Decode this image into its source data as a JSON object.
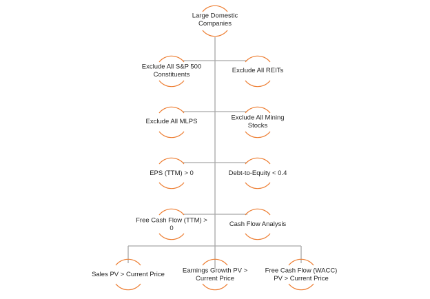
{
  "diagram": {
    "root": {
      "label_lines": [
        "Large Domestic",
        "Companies"
      ]
    },
    "nodes": [
      {
        "id": "exclude-sp500",
        "label_lines": [
          "Exclude All S&P 500",
          "Constituents"
        ]
      },
      {
        "id": "exclude-reits",
        "label_lines": [
          "Exclude All REITs"
        ]
      },
      {
        "id": "exclude-mlps",
        "label_lines": [
          "Exclude All MLPS"
        ]
      },
      {
        "id": "exclude-mining",
        "label_lines": [
          "Exclude All Mining",
          "Stocks"
        ]
      },
      {
        "id": "eps-ttm",
        "label_lines": [
          "EPS (TTM) > 0"
        ]
      },
      {
        "id": "debt-to-equity",
        "label_lines": [
          "Debt-to-Equity < 0.4"
        ]
      },
      {
        "id": "fcf-ttm",
        "label_lines": [
          "Free Cash Flow (TTM) >",
          "0"
        ]
      },
      {
        "id": "cash-flow-analysis",
        "label_lines": [
          "Cash Flow Analysis"
        ]
      },
      {
        "id": "sales-pv",
        "label_lines": [
          "Sales PV > Current Price"
        ]
      },
      {
        "id": "earnings-growth-pv",
        "label_lines": [
          "Earnings Growth PV >",
          "Current Price"
        ]
      },
      {
        "id": "fcf-wacc-pv",
        "label_lines": [
          "Free Cash Flow (WACC)",
          "PV > Current Price"
        ]
      }
    ],
    "colors": {
      "connector": "#a6a6a6",
      "arc": "#ed7d31",
      "text": "#222222"
    }
  }
}
